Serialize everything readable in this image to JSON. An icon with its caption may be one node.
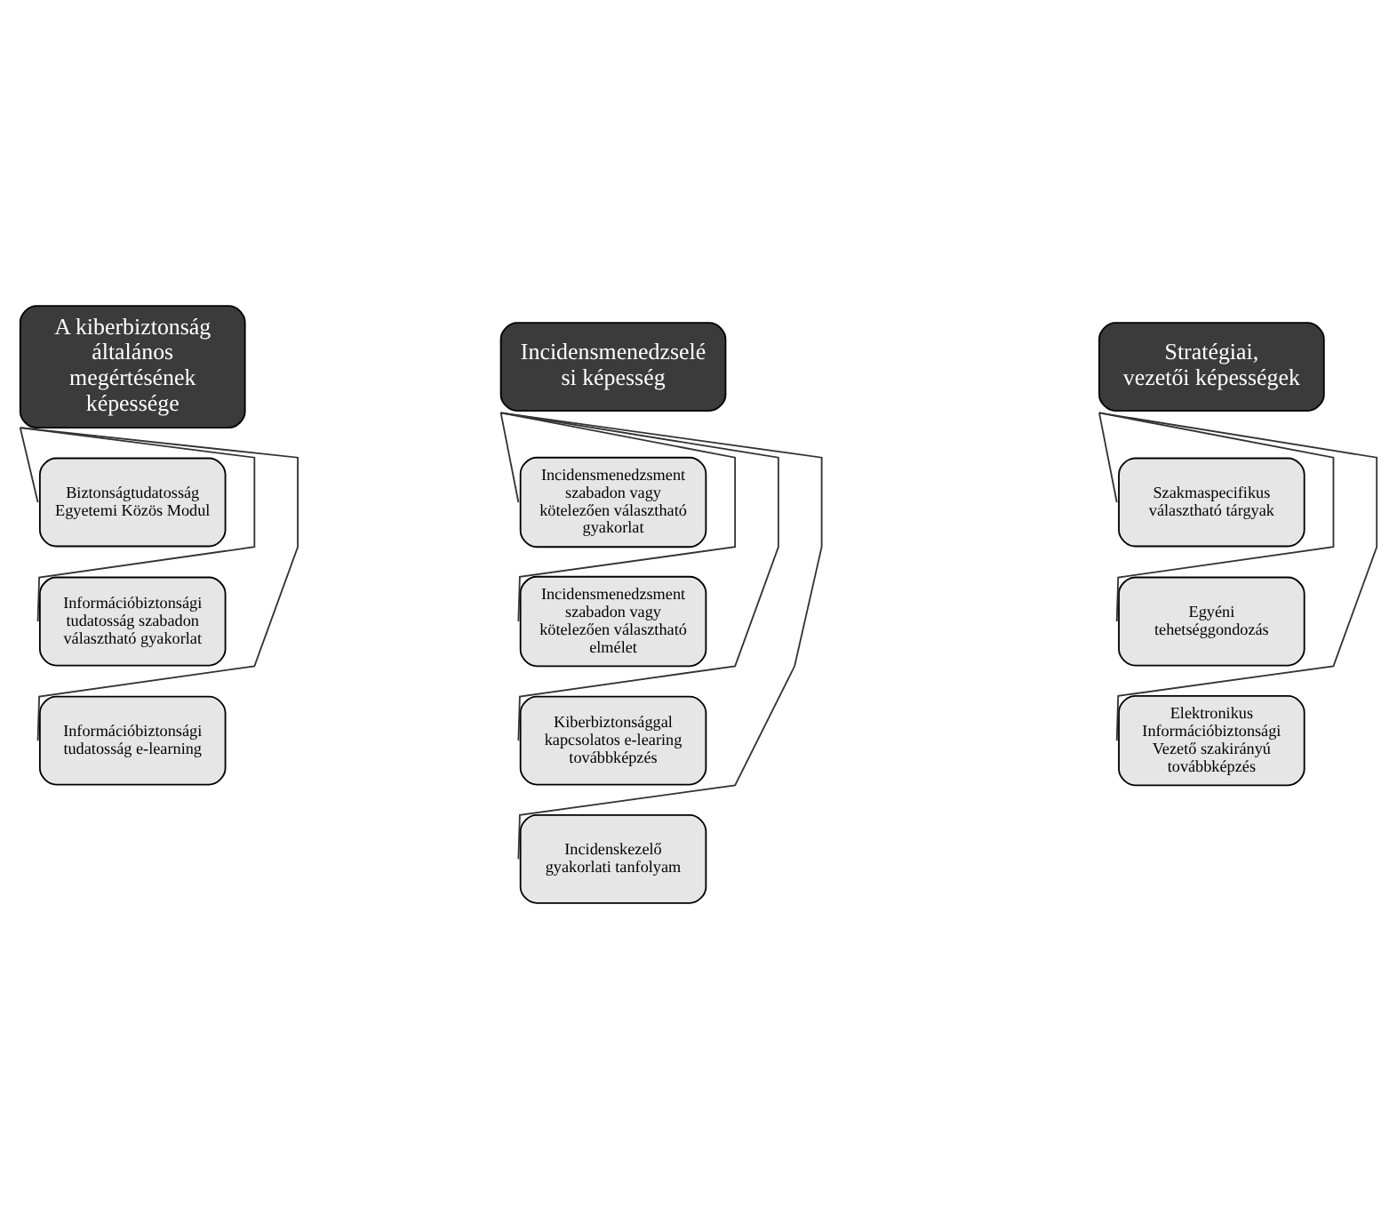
{
  "diagram": {
    "nodes": [
      {
        "text": [
          "A kiberbiztonság általános megértésének képessége"
        ]
      },
      {
        "text": [
          "Biztonságtudatosság Egyetemi Közös Modul"
        ]
      },
      {
        "text": [
          "Információbiztonsági tudatosság szabadon választható gyakorlat"
        ]
      },
      {
        "text": [
          "Információbiztonsági tudatosság e-learning"
        ]
      },
      {
        "text": [
          "Incidensmenedzselési képesség"
        ]
      },
      {
        "text": [
          "Incidensmenedzsment szabadon vagy kötelezően választható gyakorlat"
        ]
      },
      {
        "text": [
          "Incidensmenedzsment szabadon vagy kötelezően választható elmélet"
        ]
      },
      {
        "text": [
          "Kiberbiztonsággal kapcsolatos e-learing továbbképzés"
        ]
      },
      {
        "text": [
          "Incidenskezelő gyakorlati tanfolyam"
        ]
      },
      {
        "text": [
          "Stratégiai, vezetői képességek"
        ]
      },
      {
        "text": [
          "Szakmaspecifikus választható tárgyak"
        ]
      },
      {
        "text": [
          "Egyéni tehetséggondozás"
        ]
      },
      {
        "text": [
          "Elektronikus Információbiztonsági Vezető szakirányú továbbképzés"
        ]
      }
    ],
    "edges": [
      {
        "from": 0,
        "to": 1,
        "arrow": "none"
      },
      {
        "from": 0,
        "to": 2,
        "arrow": "none"
      },
      {
        "from": 0,
        "to": 3,
        "arrow": "none"
      },
      {
        "from": 4,
        "to": 5,
        "arrow": "none"
      },
      {
        "from": 4,
        "to": 6,
        "arrow": "none"
      },
      {
        "from": 4,
        "to": 7,
        "arrow": "none"
      },
      {
        "from": 4,
        "to": 8,
        "arrow": "none"
      },
      {
        "from": 9,
        "to": 10,
        "arrow": "none"
      },
      {
        "from": 9,
        "to": 11,
        "arrow": "none"
      },
      {
        "from": 9,
        "to": 12,
        "arrow": "none"
      }
    ]
  }
}
